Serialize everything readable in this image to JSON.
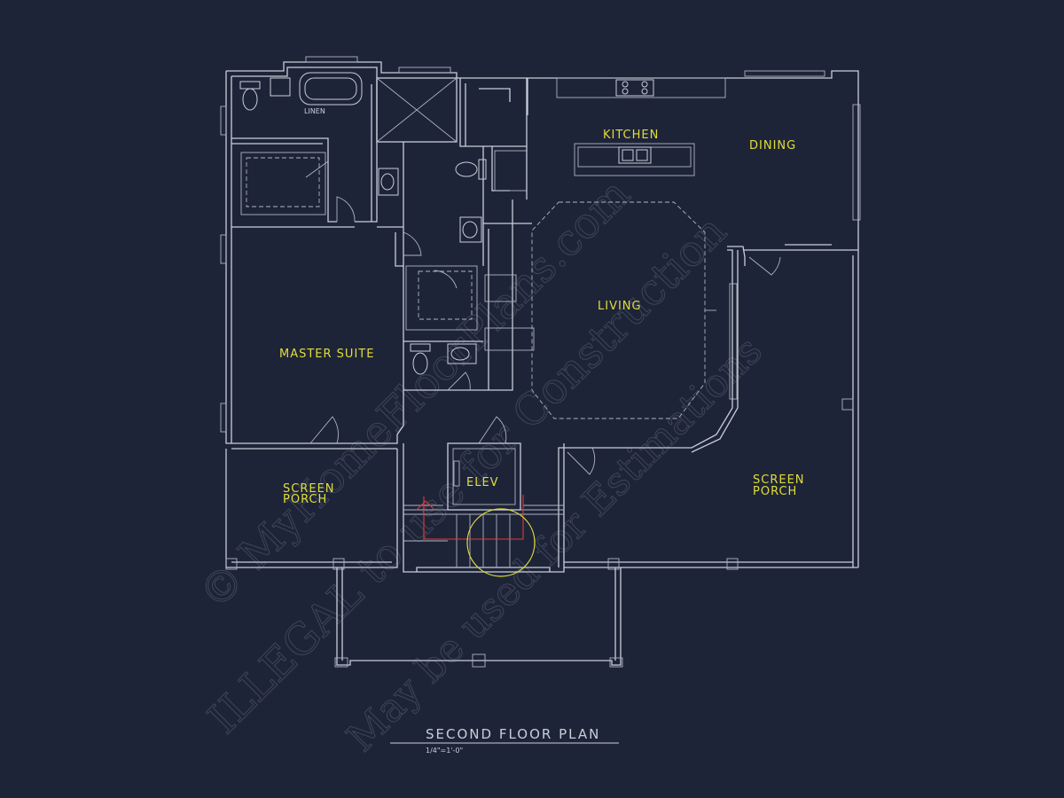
{
  "drawing": {
    "title": "SECOND FLOOR PLAN",
    "scale": "1/4\"=1'-0\""
  },
  "rooms": {
    "kitchen": "KITCHEN",
    "dining": "DINING",
    "living": "LIVING",
    "master_suite": "MASTER SUITE",
    "screen_porch_left_line1": "SCREEN",
    "screen_porch_left_line2": "PORCH",
    "screen_porch_right_line1": "SCREEN",
    "screen_porch_right_line2": "PORCH",
    "elevator": "ELEV",
    "linen": "LINEN"
  },
  "watermark": {
    "line1": "© MyHomeFloorPlans.com",
    "line2": "ILLEGAL to use for Construction",
    "line3": "May be used for Estimations"
  },
  "colors": {
    "background": "#1e2438",
    "linework": "#c9cdd8",
    "room_labels": "#e0de3a",
    "stair_markup": "#e23a3a",
    "circle_highlight": "#e0de3a"
  }
}
